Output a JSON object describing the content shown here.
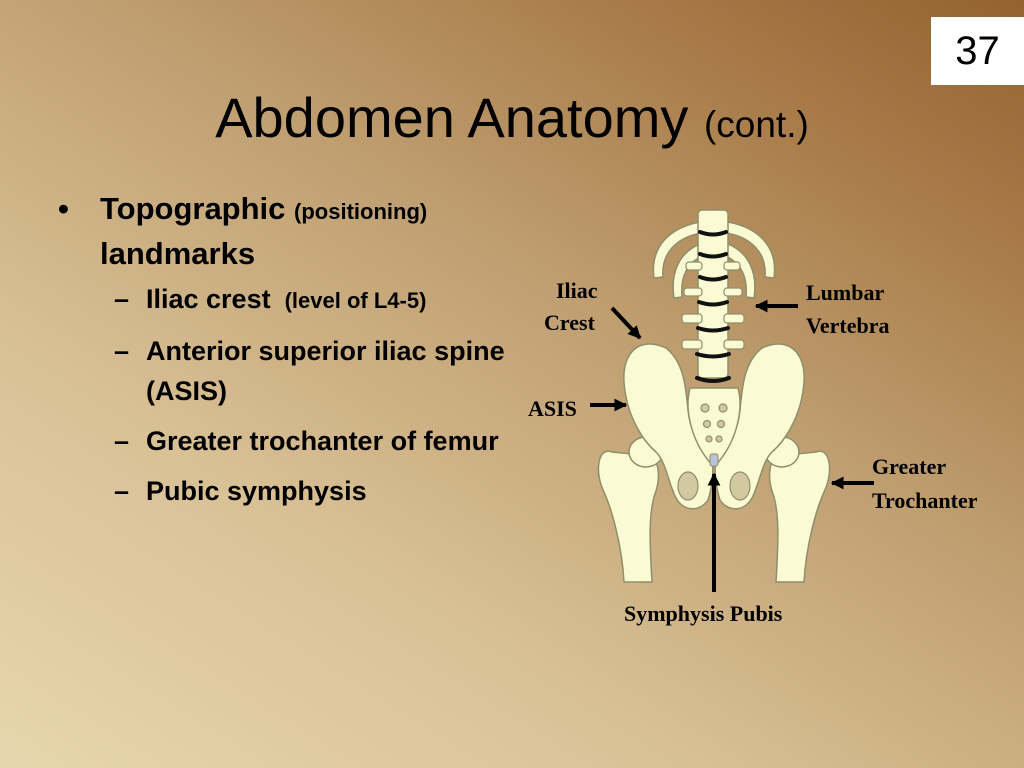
{
  "slide": {
    "page_number": "37",
    "title": {
      "main": "Abdomen Anatomy",
      "paren": "(cont.)"
    }
  },
  "bullets": {
    "main_marker": "•",
    "main_text": "Topographic",
    "main_paren": "(positioning)",
    "main_tail": "landmarks",
    "sub_marker": "–",
    "items": [
      {
        "text": "Iliac crest",
        "paren": "(level of L4-5)"
      },
      {
        "text": "Anterior superior iliac spine (ASIS)",
        "paren": ""
      },
      {
        "text": "Greater trochanter of femur",
        "paren": ""
      },
      {
        "text": "Pubic symphysis",
        "paren": ""
      }
    ]
  },
  "diagram": {
    "labels": {
      "iliac_crest_1": "Iliac",
      "iliac_crest_2": "Crest",
      "lumbar_1": "Lumbar",
      "lumbar_2": "Vertebra",
      "asis": "ASIS",
      "greater_1": "Greater",
      "greater_2": "Trochanter",
      "symphysis": "Symphysis Pubis"
    },
    "colors": {
      "bone": "#fafbd2",
      "bone_outline": "#8e8e6a",
      "disc": "#111111"
    }
  }
}
